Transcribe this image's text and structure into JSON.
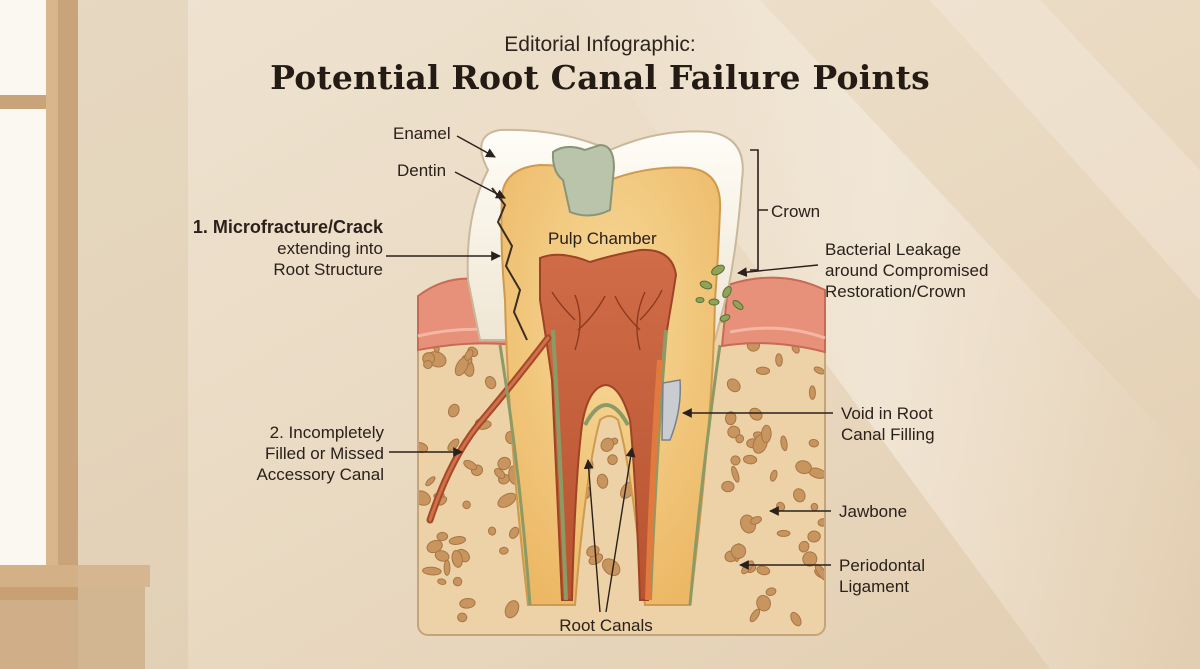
{
  "header": {
    "supertitle": "Editorial Infographic:",
    "title": "Potential Root Canal Failure Points"
  },
  "labels": {
    "enamel": "Enamel",
    "dentin": "Dentin",
    "crown": "Crown",
    "pulp_chamber": "Pulp Chamber",
    "microfracture": [
      "1. Microfracture/Crack",
      "extending into",
      "Root Structure"
    ],
    "bacterial_leakage": [
      "Bacterial Leakage",
      "around Compromised",
      "Restoration/Crown"
    ],
    "accessory_canal": [
      "2. Incompletely",
      "Filled or Missed",
      "Accessory Canal"
    ],
    "void": [
      "Void in Root",
      "Canal Filling"
    ],
    "jawbone": "Jawbone",
    "periodontal": [
      "Periodontal",
      "Ligament"
    ],
    "root_canals": "Root Canals"
  },
  "colors": {
    "wall": "#eadcc6",
    "window_frame": "#c9a47a",
    "enamel": "#fbf6ec",
    "dentin": "#f1c77f",
    "pulp": "#c7603e",
    "filling": "#b9c4aa",
    "gum": "#e7917a",
    "bone": "#ecd2a6",
    "bone_pore": "#b98a57",
    "canal_green": "#8c9a66",
    "line": "#2a211b"
  }
}
